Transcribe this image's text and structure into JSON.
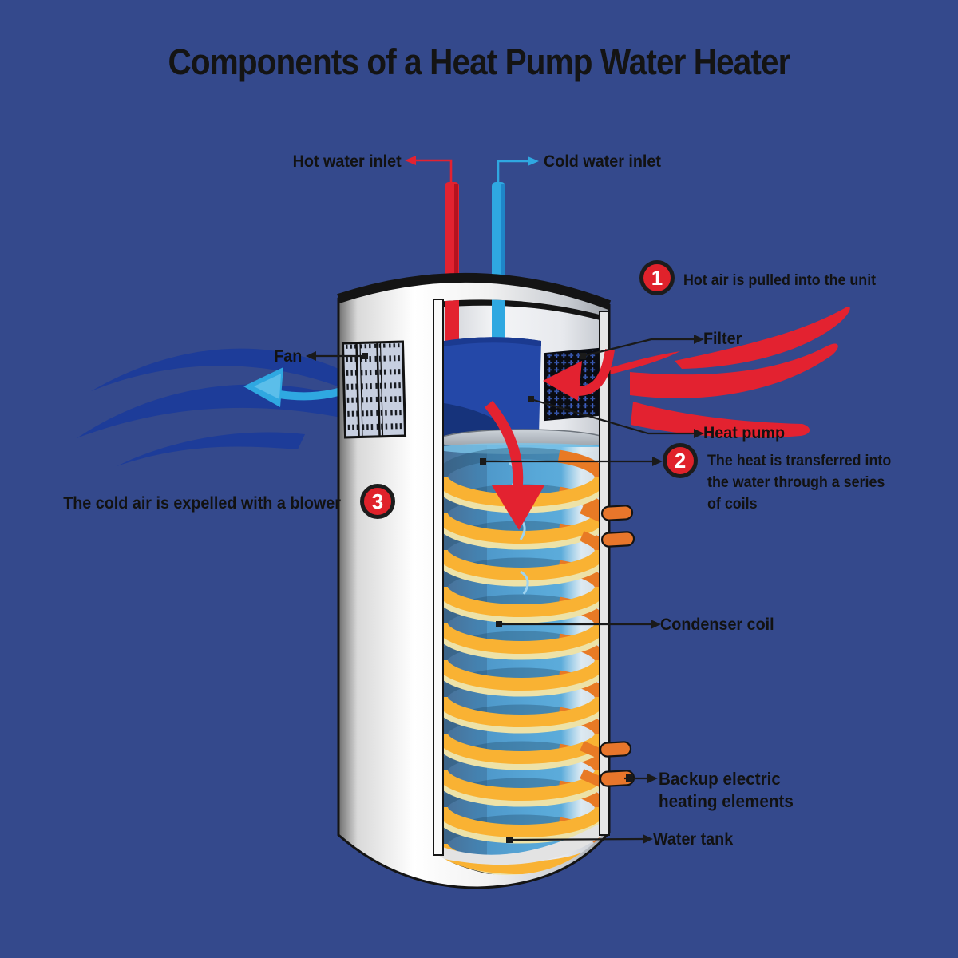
{
  "title": "Components of a Heat Pump Water Heater",
  "inlets": {
    "hot": "Hot water inlet",
    "cold": "Cold water inlet"
  },
  "parts": {
    "filter": "Filter",
    "heat_pump": "Heat pump",
    "fan": "Fan",
    "condenser_coil": "Condenser coil",
    "backup_elements": "Backup electric heating elements",
    "water_tank": "Water tank"
  },
  "steps": [
    {
      "number": "1",
      "text": "Hot air is pulled into the unit"
    },
    {
      "number": "2",
      "text": "The heat is transferred into the water through a series of coils"
    },
    {
      "number": "3",
      "text": "The cold air is expelled with a blower"
    }
  ],
  "colors": {
    "background": "#34498C",
    "hot_red": "#E32230",
    "cold_light_blue": "#2FA8E1",
    "cold_navy": "#1D3C99",
    "coil_yellow": "#F9B233",
    "coil_cream": "#EDE2A8",
    "coil_orange": "#E87A25",
    "water_blue": "#4D96C8",
    "heat_pump_blue": "#2448A8",
    "badge_red": "#E0222B",
    "text": "#121212"
  }
}
